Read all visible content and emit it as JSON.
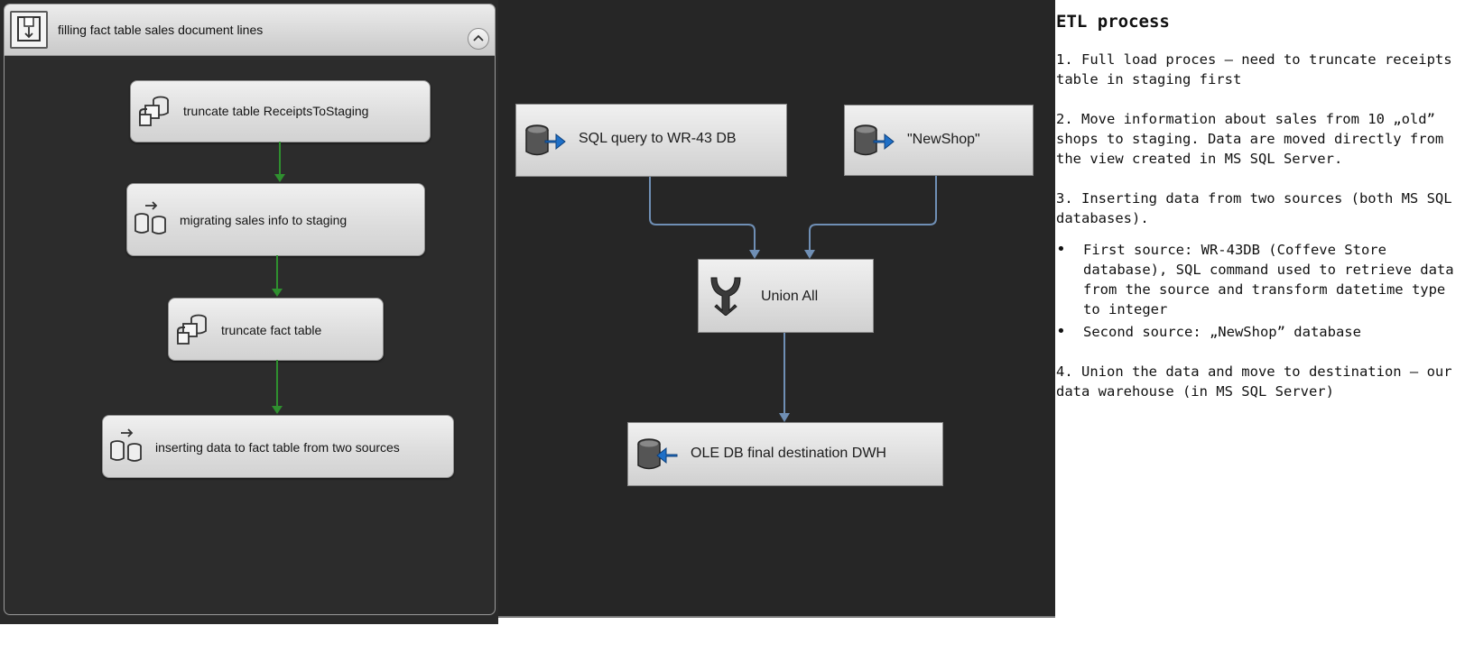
{
  "control_flow": {
    "container_title": "filling fact table sales document lines",
    "tasks": [
      {
        "label": "truncate table ReceiptsToStaging",
        "icon": "execute-sql-task-icon"
      },
      {
        "label": "migrating sales info to staging",
        "icon": "data-flow-task-icon"
      },
      {
        "label": "truncate fact table",
        "icon": "execute-sql-task-icon"
      },
      {
        "label": "inserting data to fact table from two sources",
        "icon": "data-flow-task-icon"
      }
    ],
    "precedence_color": "#2f8f2f"
  },
  "data_flow": {
    "components": {
      "source1": {
        "label": "SQL query to WR-43 DB",
        "icon": "ole-db-source-icon"
      },
      "source2": {
        "label": "\"NewShop\"",
        "icon": "ole-db-source-icon"
      },
      "union": {
        "label": "Union All",
        "icon": "union-all-icon"
      },
      "destination": {
        "label": "OLE DB  final destination DWH",
        "icon": "ole-db-destination-icon"
      }
    },
    "path_color": "#6f8fb5"
  },
  "notes": {
    "title": "ETL process",
    "items": [
      "1. Full load proces – need to truncate receipts table in staging first",
      "2. Move information about sales from 10 „old” shops to staging. Data are moved directly from the view created in MS SQL Server.",
      "3. Inserting data from two sources (both MS SQL databases)."
    ],
    "bullets": [
      "First source: WR-43DB (Coffeve Store database), SQL command used to retrieve data from the source and transform datetime type to integer",
      "Second source: „NewShop” database"
    ],
    "closing": "4. Union the data and move to destination – our data warehouse (in MS SQL Server)"
  }
}
